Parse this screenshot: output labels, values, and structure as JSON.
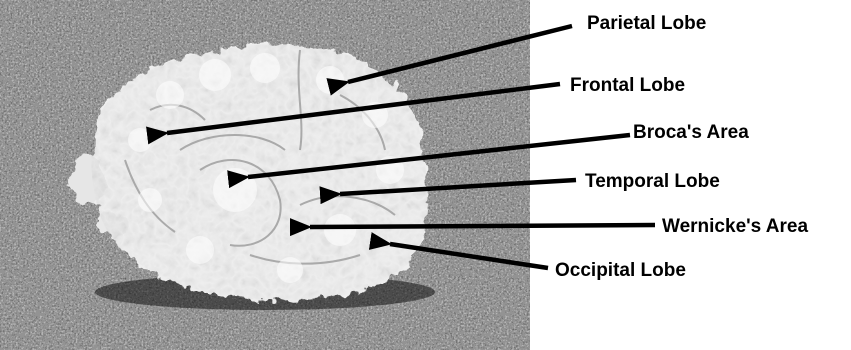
{
  "labels": {
    "parietal": "Parietal Lobe",
    "frontal": "Frontal Lobe",
    "broca": "Broca's Area",
    "temporal": "Temporal Lobe",
    "wernicke": "Wernicke's Area",
    "occipital": "Occipital Lobe"
  },
  "colors": {
    "background": "#ffffff",
    "photo_dark": "#2b2b2b",
    "object_light": "#f2f2f2",
    "arrow": "#000000"
  }
}
